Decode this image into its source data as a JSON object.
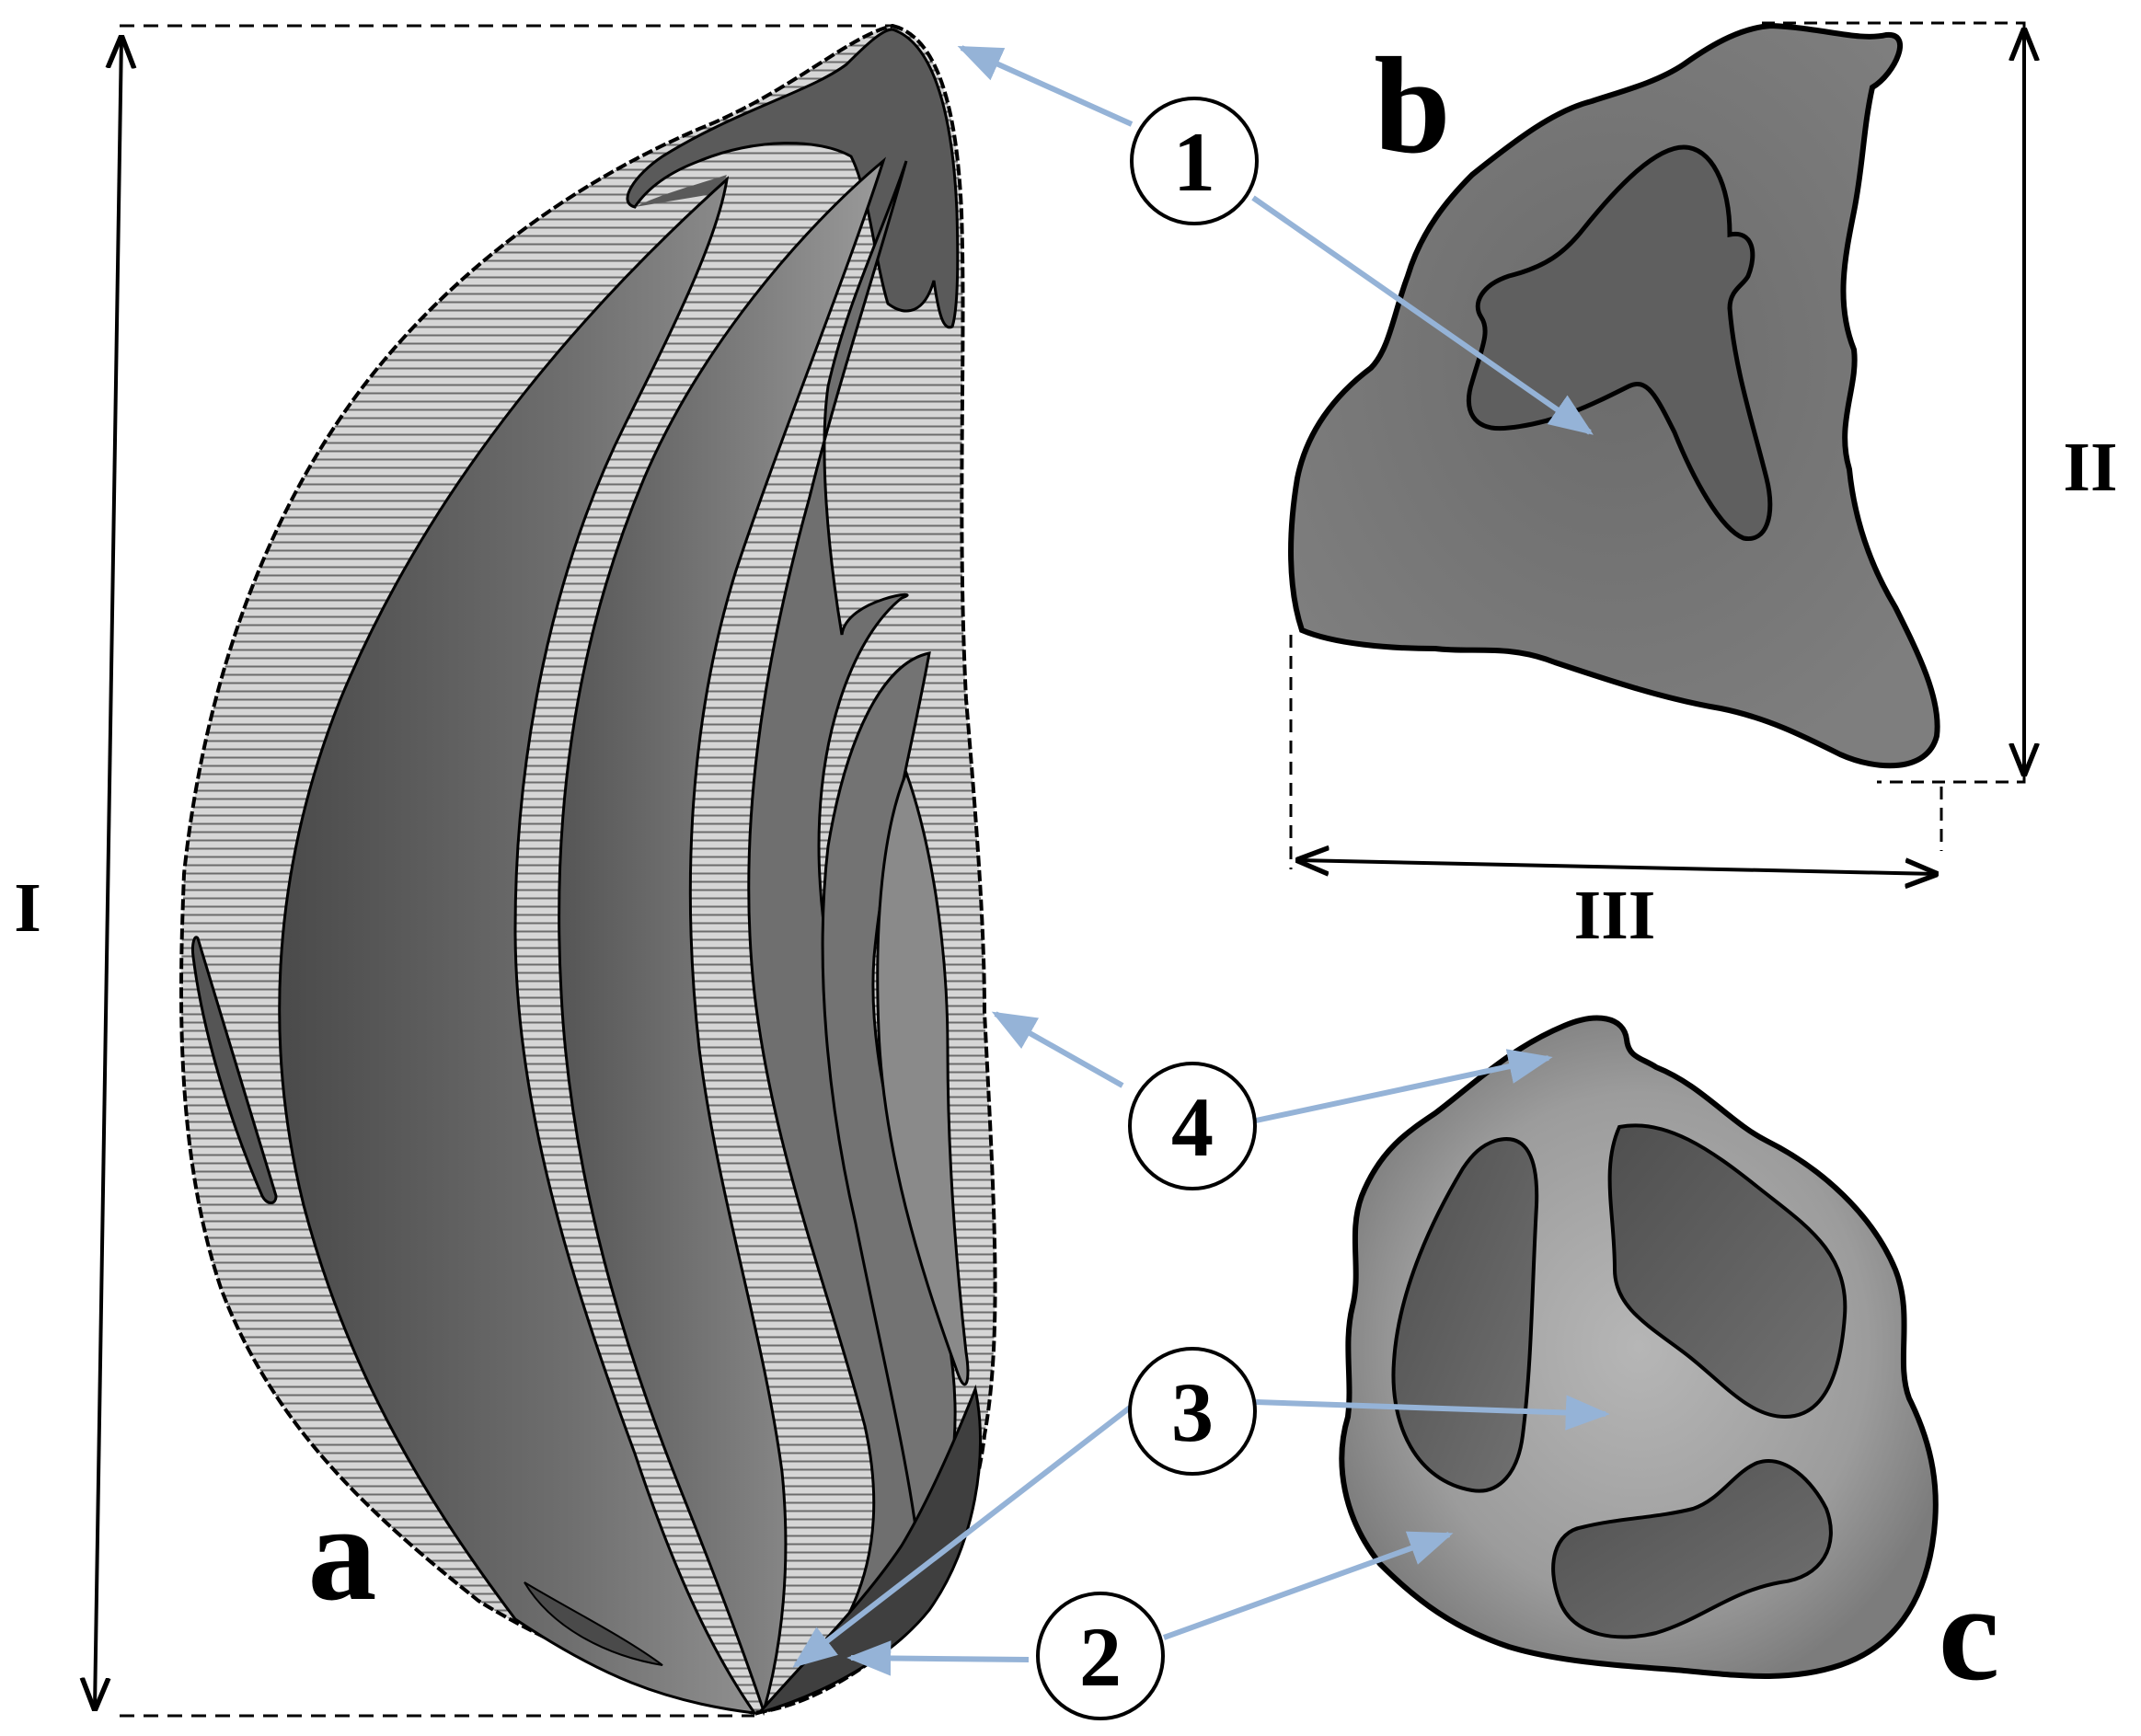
{
  "panels": {
    "a": "a",
    "b": "b",
    "c": "c"
  },
  "dimensions": {
    "length": "I",
    "height": "II",
    "width": "III"
  },
  "callouts": [
    "1",
    "2",
    "3",
    "4"
  ],
  "colors": {
    "arrow": "#95b3d7",
    "hatch_background": "#bdbdbd",
    "dark_segment": "#5a5a5a",
    "mid_segment": "#7d7d7d",
    "light_core": "#b0b0b0",
    "outline": "#000000"
  }
}
